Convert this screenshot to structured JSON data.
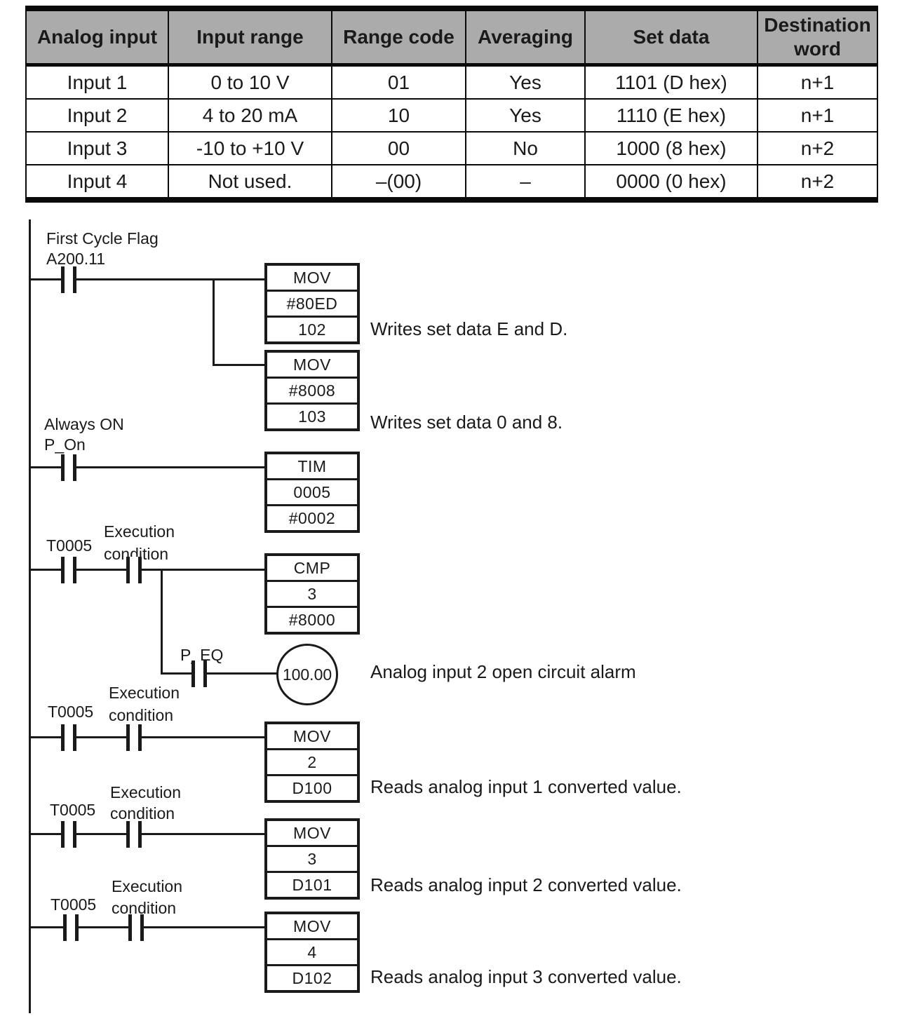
{
  "colors": {
    "ink": "#1a1a1a",
    "table_header_bg": "#ababab",
    "paper": "#ffffff"
  },
  "table": {
    "headers": [
      "Analog input",
      "Input range",
      "Range code",
      "Averaging",
      "Set data",
      "Destination word"
    ],
    "rows": [
      [
        "Input 1",
        "0 to 10 V",
        "01",
        "Yes",
        "1101 (D hex)",
        "n+1"
      ],
      [
        "Input 2",
        "4 to 20 mA",
        "10",
        "Yes",
        "1110 (E hex)",
        "n+1"
      ],
      [
        "Input 3",
        "-10 to +10 V",
        "00",
        "No",
        "1000 (8 hex)",
        "n+2"
      ],
      [
        "Input 4",
        "Not used.",
        "–(00)",
        "–",
        "0000 (0 hex)",
        "n+2"
      ]
    ]
  },
  "ladder": {
    "rung1": {
      "label1": "First Cycle Flag",
      "label2": "A200.11"
    },
    "rung2": {
      "label1": "Always ON",
      "label2": "P_On"
    },
    "contact_labels": {
      "t0005": "T0005",
      "exec_line1": "Execution",
      "exec_line2": "condition",
      "peq": "P_EQ"
    },
    "boxes": {
      "mov1": {
        "op": "MOV",
        "p1": "#80ED",
        "p2": "102"
      },
      "mov2": {
        "op": "MOV",
        "p1": "#8008",
        "p2": "103"
      },
      "tim": {
        "op": "TIM",
        "p1": "0005",
        "p2": "#0002"
      },
      "cmp": {
        "op": "CMP",
        "p1": "3",
        "p2": "#8000"
      },
      "mov3": {
        "op": "MOV",
        "p1": "2",
        "p2": "D100"
      },
      "mov4": {
        "op": "MOV",
        "p1": "3",
        "p2": "D101"
      },
      "mov5": {
        "op": "MOV",
        "p1": "4",
        "p2": "D102"
      }
    },
    "coil": {
      "address": "100.00"
    },
    "comments": {
      "c1": "Writes set data E and D.",
      "c2": "Writes set data 0 and 8.",
      "c3": "Analog input 2 open circuit alarm",
      "c4": "Reads analog input 1 converted value.",
      "c5": "Reads analog input 2 converted value.",
      "c6": "Reads analog input 3 converted value."
    }
  }
}
